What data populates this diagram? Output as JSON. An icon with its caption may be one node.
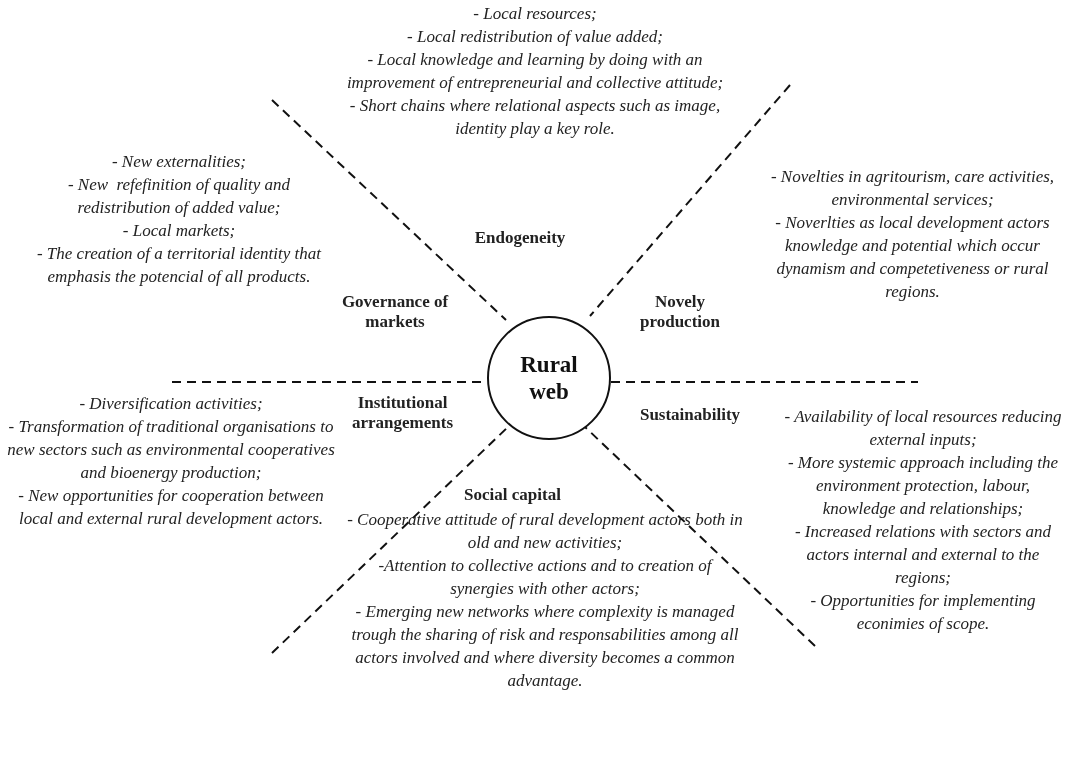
{
  "diagram": {
    "nodes": [
      {
        "text": [
          "Rural web"
        ]
      }
    ],
    "labels": [
      "- Local resources;",
      "- Local redistribution of value added;",
      "- Local knowledge and learning by doing with an improvement of entrepreneurial and collective attitude;",
      "- Short chains where relational aspects such as image, identity play a key role.",
      "- New externalities;",
      "- New  refefinition of quality and redistribution of added value;",
      "- Local markets;",
      "- The creation of a territorial identity that emphasis the potencial of all products.",
      "Endogeneity",
      "Governance of markets",
      "Novely production",
      "- Novelties in agritourism, care activities, environmental services;",
      "- Noverlties as local development actors knowledge and potential which occur dynamism and competetiveness or rural regions.",
      "Institutional arrangements",
      "Sustainability",
      "- Diversification activities;",
      "- Transformation of traditional organisations to new sectors such as environmental cooperatives and bioenergy production;",
      "- New opportunities for cooperation between local and external rural development actors.",
      "- Availability of local resources reducing external inputs;",
      "- More systemic approach including the environment protection, labour, knowledge and relationships;",
      "- Increased relations with sectors and actors internal and external to the regions;",
      "- Opportunities for implementing econimies of scope.",
      "Social capital",
      "- Cooperative attitude of rural development actors both in old and new activities;",
      "-Attention to collective actions and to creation of synergies with other actors;",
      "- Emerging new networks where complexity is managed trough the sharing of risk and responsabilities among all actors involved and where diversity becomes a common advantage."
    ]
  }
}
